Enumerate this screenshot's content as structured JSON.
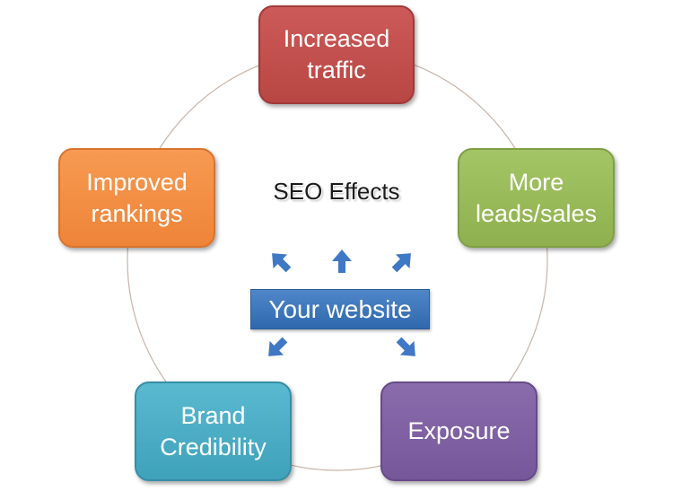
{
  "diagram": {
    "title": "SEO Effects",
    "hub_label": "Your website",
    "nodes": {
      "traffic": "Increased\ntraffic",
      "leads": "More\nleads/sales",
      "rankings": "Improved\nrankings",
      "brand": "Brand\nCredibility",
      "exposure": "Exposure"
    },
    "colors": {
      "traffic": "#c0504d",
      "leads": "#9bbb59",
      "rankings": "#f79646",
      "brand": "#4bacc6",
      "exposure": "#8064a2",
      "hub": "#3a73b8",
      "arrows": "#3f78c4"
    }
  }
}
